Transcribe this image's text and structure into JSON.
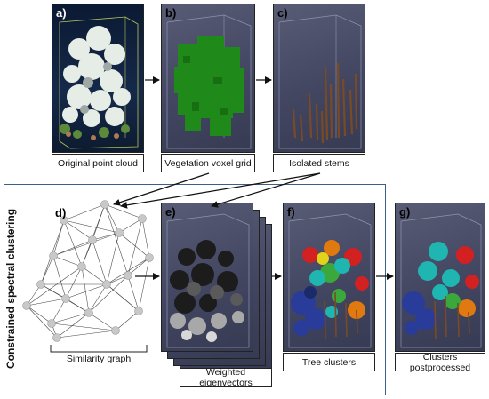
{
  "panels": {
    "a": {
      "letter": "a)",
      "caption": "Original point cloud"
    },
    "b": {
      "letter": "b)",
      "caption": "Vegetation voxel grid"
    },
    "c": {
      "letter": "c)",
      "caption": "Isolated stems"
    },
    "d": {
      "letter": "d)",
      "caption": "Similarity graph"
    },
    "e": {
      "letter": "e)",
      "caption": "Weighted eigenvectors"
    },
    "f": {
      "letter": "f)",
      "caption": "Tree clusters"
    },
    "g": {
      "letter": "g)",
      "caption": "Clusters postprocessed"
    }
  },
  "group_label": "Constrained spectral clustering",
  "colors": {
    "panel_bg": "#4b4e68",
    "voxel_green": "#1f8a1a",
    "stem_brown": "#7a4a25",
    "frame_blue": "#3a5f8a",
    "node_gray": "#c8c8c8"
  }
}
